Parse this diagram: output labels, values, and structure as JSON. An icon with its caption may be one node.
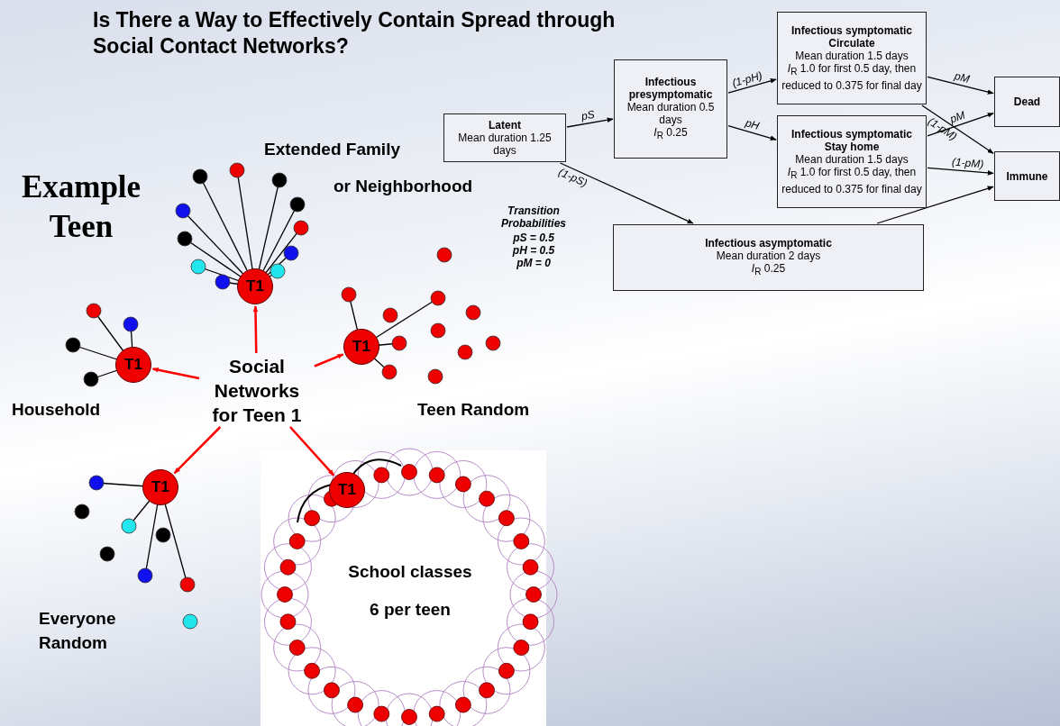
{
  "diagram": {
    "title": "Is There a Way to Effectively Contain Spread through Social Contact Networks?",
    "nodes": [
      {
        "text": [
          "Latent",
          "Mean duration 1.25 days"
        ]
      },
      {
        "text": [
          "Infectious presymptomatic",
          "Mean duration 0.5 days",
          "*I*$_{R}$ 0.25"
        ]
      },
      {
        "text": [
          "Infectious symptomatic Circulate",
          "Mean duration 1.5 days",
          "*I*$_{R}$ 1.0 for first 0.5 day, then reduced to 0.375 for final day"
        ]
      },
      {
        "text": [
          "Infectious symptomatic Stay home",
          "Mean duration 1.5 days",
          "*I*$_{R}$ 1.0 for first 0.5 day, then reduced to 0.375 for final day"
        ]
      },
      {
        "text": [
          "Dead"
        ]
      },
      {
        "text": [
          "Immune"
        ]
      },
      {
        "text": [
          "Infectious asymptomatic",
          "Mean duration 2 days",
          "*I*$_{R}$ 0.25"
        ]
      },
      {
        "text": [
          "Social Networks for Teen 1"
        ]
      },
      {
        "text": [
          "T1"
        ]
      },
      {
        "text": [
          "T1"
        ]
      },
      {
        "text": [
          "T1"
        ]
      },
      {
        "text": [
          "T1"
        ]
      },
      {
        "text": [
          "T1"
        ]
      }
    ],
    "edges": [
      {
        "from": 0,
        "to": 1,
        "arrow": "to",
        "label": "pS"
      },
      {
        "from": 0,
        "to": 6,
        "arrow": "to",
        "label": "(1-pS)"
      },
      {
        "from": 1,
        "to": 2,
        "arrow": "to",
        "label": "(1-pH)"
      },
      {
        "from": 1,
        "to": 3,
        "arrow": "to",
        "label": "pH"
      },
      {
        "from": 2,
        "to": 4,
        "arrow": "to",
        "label": "pM"
      },
      {
        "from": 2,
        "to": 5,
        "arrow": "to",
        "label": "(1-pM)"
      },
      {
        "from": 3,
        "to": 4,
        "arrow": "to",
        "label": "pM"
      },
      {
        "from": 3,
        "to": 5,
        "arrow": "to",
        "label": "(1-pM)"
      },
      {
        "from": 6,
        "to": 5,
        "arrow": "to"
      },
      {
        "from": 7,
        "to": 8,
        "arrow": "to",
        "color": "#ff0000"
      },
      {
        "from": 7,
        "to": 9,
        "arrow": "to",
        "color": "#ff0000"
      },
      {
        "from": 7,
        "to": 10,
        "arrow": "to",
        "color": "#ff0000"
      },
      {
        "from": 7,
        "to": 11,
        "arrow": "to",
        "color": "#ff0000"
      },
      {
        "from": 7,
        "to": 12,
        "arrow": "to",
        "color": "#ff0000"
      }
    ],
    "labels": [
      "Example Teen",
      "Extended Family",
      "or Neighborhood",
      "Transition Probabilities",
      "pS = 0.5",
      "pH = 0.5",
      "pM = 0",
      "Household",
      "Teen Random",
      "Everyone Random",
      "School classes",
      "6 per teen"
    ]
  }
}
